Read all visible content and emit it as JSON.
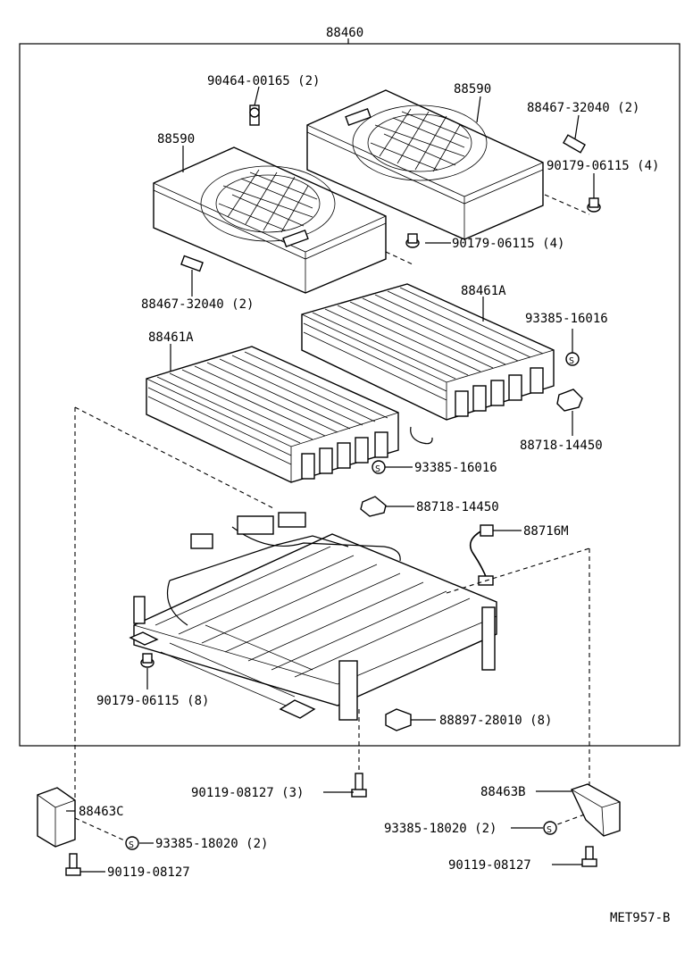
{
  "assembly_label": "88460",
  "drawing_code": "MET957-B",
  "callouts": {
    "bolt_top": "90464-00165 (2)",
    "fan_right": "88590",
    "fan_left": "88590",
    "holder_right": "88467-32040 (2)",
    "nut_right": "90179-06115 (4)",
    "nut_mid": "90179-06115 (4)",
    "holder_left": "88467-32040 (2)",
    "cond_right": "88461A",
    "cond_left": "88461A",
    "washer_right": "93385-16016",
    "clamp_right": "88718-14450",
    "washer_mid": "93385-16016",
    "clamp_mid": "88718-14450",
    "pipe": "88716M",
    "nut_bottom": "90179-06115 (8)",
    "cushion": "88897-28010 (8)",
    "bolt_mid": "90119-08127 (3)",
    "bracket_right": "88463B",
    "bracket_left": "88463C",
    "washer_bracket_right": "93385-18020 (2)",
    "washer_bracket_left": "93385-18020 (2)",
    "bolt_right": "90119-08127",
    "bolt_left": "90119-08127"
  }
}
